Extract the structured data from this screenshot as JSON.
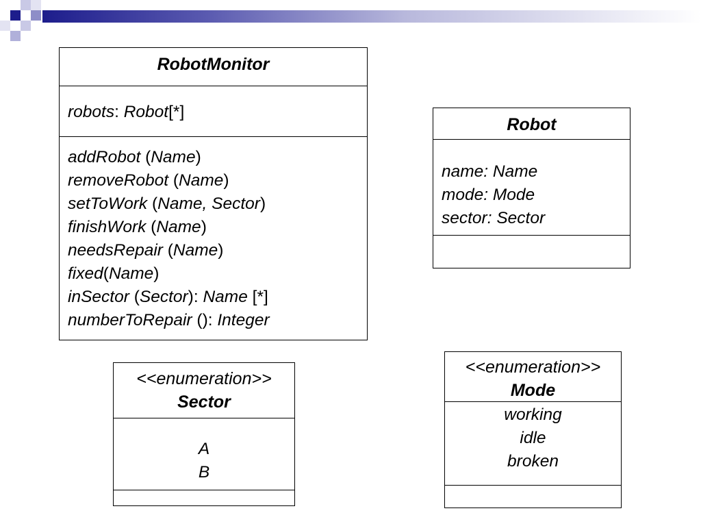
{
  "robot_monitor": {
    "title": "RobotMonitor",
    "attributes": [
      {
        "name": "robots",
        "sep": ": ",
        "type": "Robot",
        "mult": "[*]"
      }
    ],
    "operations": [
      {
        "name": "addRobot",
        "open": " (",
        "params": "Name",
        "close": ")",
        "ret_sep": "",
        "ret": "",
        "mult": ""
      },
      {
        "name": "removeRobot",
        "open": " (",
        "params": "Name",
        "close": ")",
        "ret_sep": "",
        "ret": "",
        "mult": ""
      },
      {
        "name": "setToWork",
        "open": " (",
        "params": "Name, Sector",
        "close": ")",
        "ret_sep": "",
        "ret": "",
        "mult": ""
      },
      {
        "name": "finishWork",
        "open": " (",
        "params": "Name",
        "close": ")",
        "ret_sep": "",
        "ret": "",
        "mult": ""
      },
      {
        "name": "needsRepair",
        "open": " (",
        "params": "Name",
        "close": ")",
        "ret_sep": "",
        "ret": "",
        "mult": ""
      },
      {
        "name": "fixed",
        "open": "(",
        "params": "Name",
        "close": ")",
        "ret_sep": "",
        "ret": "",
        "mult": ""
      },
      {
        "name": "inSector",
        "open": " (",
        "params": "Sector",
        "close": ")",
        "ret_sep": ": ",
        "ret": "Name",
        "mult": " [*]"
      },
      {
        "name": "numberToRepair",
        "open": " (",
        "params": "",
        "close": ")",
        "ret_sep": ": ",
        "ret": "Integer",
        "mult": ""
      }
    ]
  },
  "robot": {
    "title": "Robot",
    "attributes": [
      "name: Name",
      "mode: Mode",
      "sector: Sector"
    ]
  },
  "sector_enum": {
    "stereotype": "<<enumeration>>",
    "title": "Sector",
    "values": [
      "A",
      "B"
    ]
  },
  "mode_enum": {
    "stereotype": "<<enumeration>>",
    "title": "Mode",
    "values": [
      "working",
      "idle",
      "broken"
    ]
  }
}
